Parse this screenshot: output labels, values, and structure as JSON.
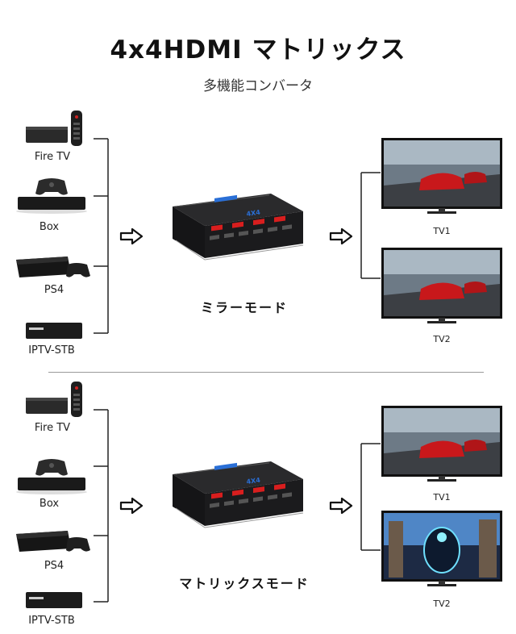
{
  "header": {
    "title": "4x4HDMI マトリックス",
    "subtitle": "多機能コンバータ"
  },
  "sections": [
    {
      "mode": "ミラーモード",
      "sources": [
        "Fire TV",
        "Box",
        "PS4",
        "IPTV-STB"
      ],
      "outputs": [
        "TV1",
        "TV2"
      ]
    },
    {
      "mode": "マトリックスモード",
      "sources": [
        "Fire TV",
        "Box",
        "PS4",
        "IPTV-STB"
      ],
      "outputs": [
        "TV1",
        "TV2"
      ]
    }
  ],
  "device_badge": "4X4",
  "colors": {
    "accent_blue": "#2a6fd6",
    "port_red": "#d81e1e",
    "device_black": "#1b1b1d"
  }
}
